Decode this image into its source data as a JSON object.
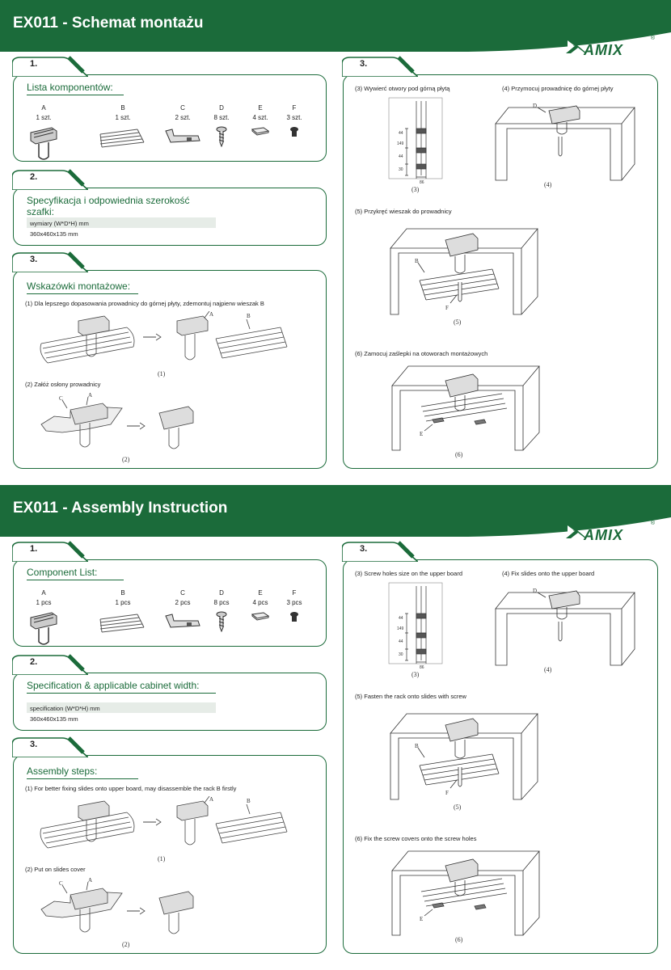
{
  "colors": {
    "brand": "#1b6b3a",
    "spec_bg": "#e6ece7"
  },
  "logo": {
    "text": "AMIX",
    "reg": "®",
    "icon": "amix-logo-icon"
  },
  "pages": [
    {
      "title": "EX011 - Schemat montażu",
      "s1_num": "1.",
      "s1_title": "Lista komponentów:",
      "components": [
        {
          "letter": "A",
          "qty": "1 szt."
        },
        {
          "letter": "B",
          "qty": "1 szt."
        },
        {
          "letter": "C",
          "qty": "2 szt."
        },
        {
          "letter": "D",
          "qty": "8 szt."
        },
        {
          "letter": "E",
          "qty": "4 szt."
        },
        {
          "letter": "F",
          "qty": "3 szt."
        }
      ],
      "s2_num": "2.",
      "s2_title": "Specyfikacja i odpowiednia szerokość szafki:",
      "spec_label": "wymiary (W*D*H) mm",
      "spec_value": "360x460x135 mm",
      "s3_num": "3.",
      "s3_title": "Wskazówki montażowe:",
      "step1": "(1) Dla lepszego dopasowania prowadnicy do górnej płyty, zdemontuj najpierw wieszak B",
      "step2": "(2) Załóż osłony prowadnicy",
      "r_num": "3.",
      "step3": "(3) Wywierć otwory pod górną płytą",
      "step4": "(4) Przymocuj prowadnicę do górnej płyty",
      "step5": "(5) Przykręć wieszak do prowadnicy",
      "step6": "(6) Zamocuj zaślepki na otoworach montażowych"
    },
    {
      "title": "EX011 - Assembly Instruction",
      "s1_num": "1.",
      "s1_title": "Component List:",
      "components": [
        {
          "letter": "A",
          "qty": "1 pcs"
        },
        {
          "letter": "B",
          "qty": "1 pcs"
        },
        {
          "letter": "C",
          "qty": "2 pcs"
        },
        {
          "letter": "D",
          "qty": "8 pcs"
        },
        {
          "letter": "E",
          "qty": "4 pcs"
        },
        {
          "letter": "F",
          "qty": "3 pcs"
        }
      ],
      "s2_num": "2.",
      "s2_title": "Specification & applicable cabinet width:",
      "spec_label": "specification (W*D*H) mm",
      "spec_value": "360x460x135 mm",
      "s3_num": "3.",
      "s3_title": "Assembly steps:",
      "step1": "(1) For better fixing slides onto upper board, may disassemble the rack B firstly",
      "step2": "(2) Put on slides cover",
      "r_num": "3.",
      "step3": "(3) Screw holes size on the upper board",
      "step4": "(4) Fix slides onto the upper board",
      "step5": "(5) Fasten the rack onto slides with screw",
      "step6": "(6) Fix the screw covers onto the screw holes"
    }
  ],
  "figure_labels": {
    "f1": "(1)",
    "f2": "(2)",
    "f3": "(3)",
    "f4": "(4)",
    "f5": "(5)",
    "f6": "(6)"
  },
  "part_labels": {
    "A": "A",
    "B": "B",
    "C": "C",
    "D": "D",
    "E": "E",
    "F": "F"
  },
  "dims": {
    "d44a": "44",
    "d149": "149",
    "d44b": "44",
    "d30": "30",
    "d86": "86"
  }
}
